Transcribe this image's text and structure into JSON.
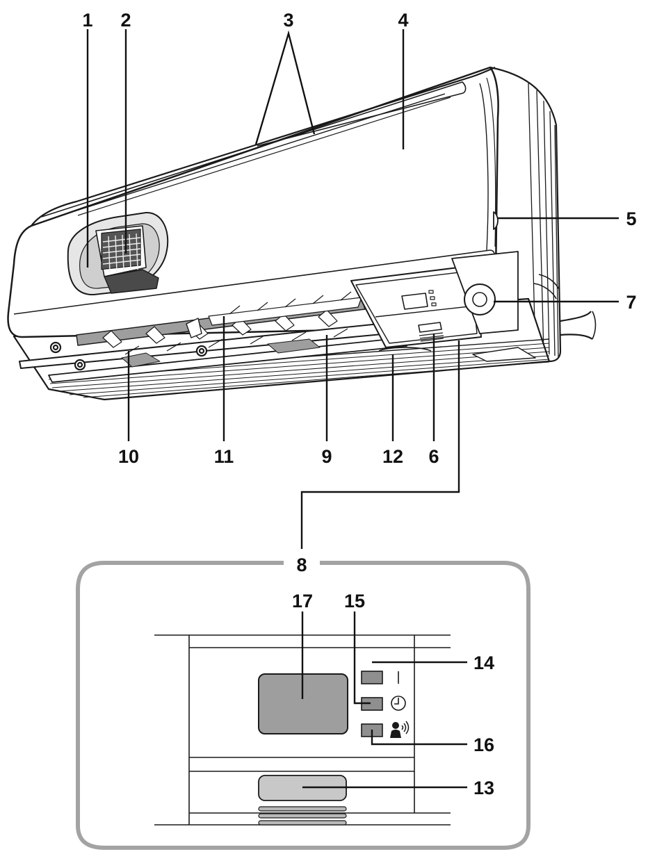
{
  "callouts": {
    "c1": "1",
    "c2": "2",
    "c3": "3",
    "c4": "4",
    "c5": "5",
    "c6": "6",
    "c7": "7",
    "c8": "8",
    "c9": "9",
    "c10": "10",
    "c11": "11",
    "c12": "12",
    "c13": "13",
    "c14": "14",
    "c15": "15",
    "c16": "16",
    "c17": "17"
  },
  "icons": {
    "power_indicator": "power-line-icon",
    "timer_indicator": "clock-icon",
    "sensor_indicator": "person-signal-icon"
  },
  "colors": {
    "line": "#1a1a1a",
    "unit_body": "#ffffff",
    "inset_frame": "#a3a3a3",
    "display_fill": "#9e9e9e",
    "lamp_fill": "#8f8f8f",
    "receiver_fill": "#c8c8c8",
    "shadow": "#b9b9b9"
  }
}
